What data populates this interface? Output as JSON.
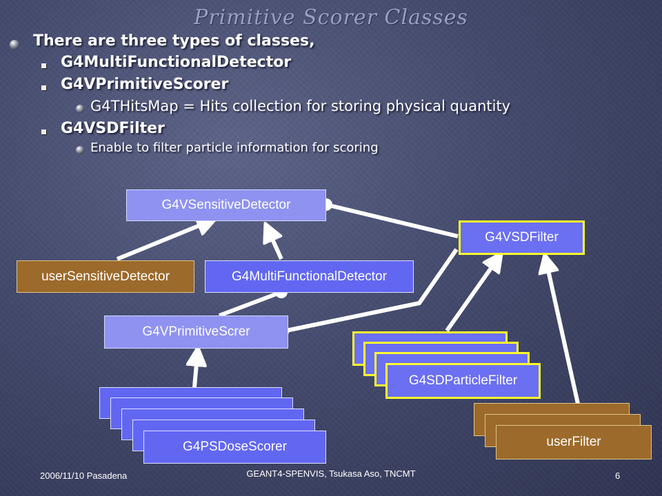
{
  "slide": {
    "title": "Primitive Scorer Classes",
    "bullets": {
      "intro": "There are three types of classes,",
      "multi": "G4MultiFunctionalDetector",
      "scorer": "G4VPrimitiveScorer",
      "hitsmap": "G4THitsMap = Hits collection for storing physical quantity",
      "filter": "G4VSDFilter",
      "filter_desc": "Enable to filter particle information for scoring"
    }
  },
  "diagram": {
    "sensitive_detector": "G4VSensitiveDetector",
    "user_sensitive_detector": "userSensitiveDetector",
    "multi_functional_detector": "G4MultiFunctionalDetector",
    "primitive_scorer": "G4VPrimitiveScrer",
    "sd_filter": "G4VSDFilter",
    "particle_filter": "G4SDParticleFilter",
    "dose_scorer": "G4PSDoseScorer",
    "user_filter": "userFilter",
    "colors": {
      "lavender_box": "#8f92f0",
      "blue_box": "#6267f2",
      "brown_box": "#9c6a2a",
      "yellow_border": "#ffff2e"
    }
  },
  "footer": {
    "date_place": "2006/11/10 Pasadena",
    "center": "GEANT4-SPENVIS,  Tsukasa Aso, TNCMT",
    "page": "6"
  }
}
